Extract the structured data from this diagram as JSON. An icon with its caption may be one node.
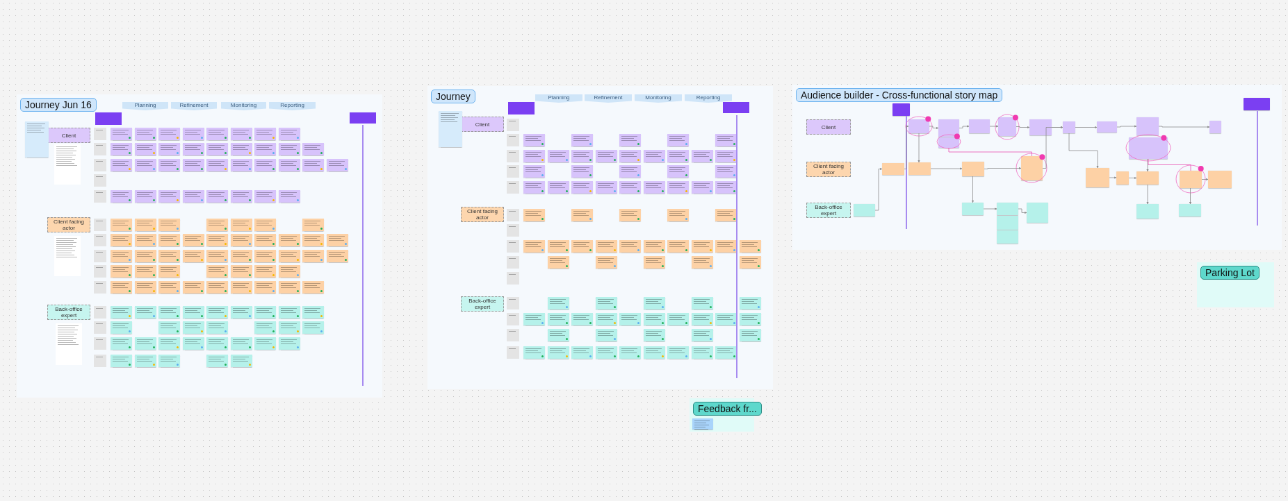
{
  "diagram": {
    "nodes": [
      {
        "text": [
          "Journey Jun 16"
        ]
      },
      {
        "text": [
          "Planning"
        ],
        "in": 0
      },
      {
        "text": [
          "Refinement"
        ],
        "in": 0
      },
      {
        "text": [
          "Monitoring"
        ],
        "in": 0
      },
      {
        "text": [
          "Reporting"
        ],
        "in": 0
      },
      {
        "text": [
          "Client"
        ],
        "in": 0
      },
      {
        "text": [
          "Client facing actor"
        ],
        "in": 0
      },
      {
        "text": [
          "Back-office expert"
        ],
        "in": 0
      },
      {
        "text": [
          "Journey"
        ]
      },
      {
        "text": [
          "Planning"
        ],
        "in": 8
      },
      {
        "text": [
          "Refinement"
        ],
        "in": 8
      },
      {
        "text": [
          "Monitoring"
        ],
        "in": 8
      },
      {
        "text": [
          "Reporting"
        ],
        "in": 8
      },
      {
        "text": [
          "Client"
        ],
        "in": 8
      },
      {
        "text": [
          "Client facing actor"
        ],
        "in": 8
      },
      {
        "text": [
          "Back-office expert"
        ],
        "in": 8
      },
      {
        "text": [
          "Audience builder - Cross-functional story map"
        ]
      },
      {
        "text": [
          "Client"
        ],
        "in": 16
      },
      {
        "text": [
          "Client facing actor"
        ],
        "in": 16
      },
      {
        "text": [
          "Back-office expert"
        ],
        "in": 16
      },
      {
        "text": [],
        "shape": "box",
        "in": 16
      },
      {
        "text": [],
        "shape": "box",
        "in": 16
      },
      {
        "text": [],
        "shape": "box",
        "in": 16
      },
      {
        "text": [],
        "shape": "box",
        "in": 16
      },
      {
        "text": [],
        "shape": "box",
        "in": 16
      },
      {
        "text": [],
        "shape": "box",
        "in": 16
      },
      {
        "text": [],
        "shape": "box",
        "in": 16
      },
      {
        "text": [],
        "shape": "box",
        "in": 16
      },
      {
        "text": [],
        "shape": "box",
        "in": 16
      },
      {
        "text": [],
        "shape": "box",
        "in": 16
      },
      {
        "text": [],
        "shape": "box",
        "in": 16
      },
      {
        "text": [],
        "shape": "box",
        "in": 16
      },
      {
        "text": [],
        "shape": "box",
        "in": 16
      },
      {
        "text": [],
        "shape": "box",
        "in": 16
      },
      {
        "text": [],
        "shape": "box",
        "in": 16
      },
      {
        "text": [],
        "shape": "box",
        "in": 16
      },
      {
        "text": [],
        "shape": "box",
        "in": 16
      },
      {
        "text": [],
        "shape": "box",
        "in": 16
      },
      {
        "text": [],
        "shape": "box",
        "in": 16
      },
      {
        "text": [],
        "shape": "box",
        "in": 16
      },
      {
        "text": [],
        "shape": "box",
        "in": 16
      },
      {
        "text": [],
        "shape": "box",
        "in": 16
      },
      {
        "text": [],
        "shape": "box",
        "in": 16
      },
      {
        "text": [],
        "shape": "box",
        "in": 16
      },
      {
        "text": [],
        "shape": "box",
        "in": 16
      },
      {
        "text": [],
        "shape": "box",
        "in": 16
      },
      {
        "text": [],
        "shape": "box",
        "in": 16
      },
      {
        "text": [],
        "shape": "box",
        "in": 16
      },
      {
        "text": [],
        "shape": "box",
        "in": 16
      },
      {
        "text": [],
        "shape": "box",
        "in": 16
      },
      {
        "text": [
          "Parking Lot"
        ]
      },
      {
        "text": [
          "Feedback fr..."
        ]
      }
    ],
    "edges": [
      {
        "from": 42,
        "to": 33,
        "arrow": "to"
      },
      {
        "from": 33,
        "to": 22,
        "arrow": "to"
      },
      {
        "from": 22,
        "to": 23,
        "arrow": "to"
      },
      {
        "from": 23,
        "to": 25,
        "arrow": "to"
      },
      {
        "from": 25,
        "to": 26,
        "arrow": "to"
      },
      {
        "from": 26,
        "to": 27,
        "arrow": "to"
      },
      {
        "from": 27,
        "to": 28,
        "arrow": "to"
      },
      {
        "from": 28,
        "to": 29,
        "arrow": "to"
      },
      {
        "from": 29,
        "to": 30,
        "arrow": "to"
      },
      {
        "from": 30,
        "to": 31,
        "arrow": "to"
      },
      {
        "from": 22,
        "to": 34,
        "arrow": "to"
      },
      {
        "from": 34,
        "to": 35,
        "arrow": "to"
      },
      {
        "from": 35,
        "to": 36,
        "arrow": "to"
      },
      {
        "from": 36,
        "to": 28,
        "arrow": "to"
      },
      {
        "from": 28,
        "to": 37,
        "arrow": "to"
      },
      {
        "from": 37,
        "to": 38,
        "arrow": "to"
      },
      {
        "from": 38,
        "to": 39,
        "arrow": "to"
      },
      {
        "from": 32,
        "to": 39,
        "arrow": "to"
      },
      {
        "from": 39,
        "to": 48,
        "arrow": "to"
      },
      {
        "from": 32,
        "to": 40,
        "arrow": "none",
        "color": "#e84fb0"
      },
      {
        "from": 40,
        "to": 41,
        "arrow": "to"
      },
      {
        "from": 35,
        "to": 43,
        "arrow": "to"
      },
      {
        "from": 43,
        "to": 44,
        "arrow": "to"
      },
      {
        "from": 44,
        "to": 47,
        "arrow": "to"
      },
      {
        "from": 40,
        "to": 49,
        "arrow": "to"
      },
      {
        "from": 24,
        "to": 36,
        "arrow": "none",
        "color": "#e84fb0"
      }
    ]
  }
}
